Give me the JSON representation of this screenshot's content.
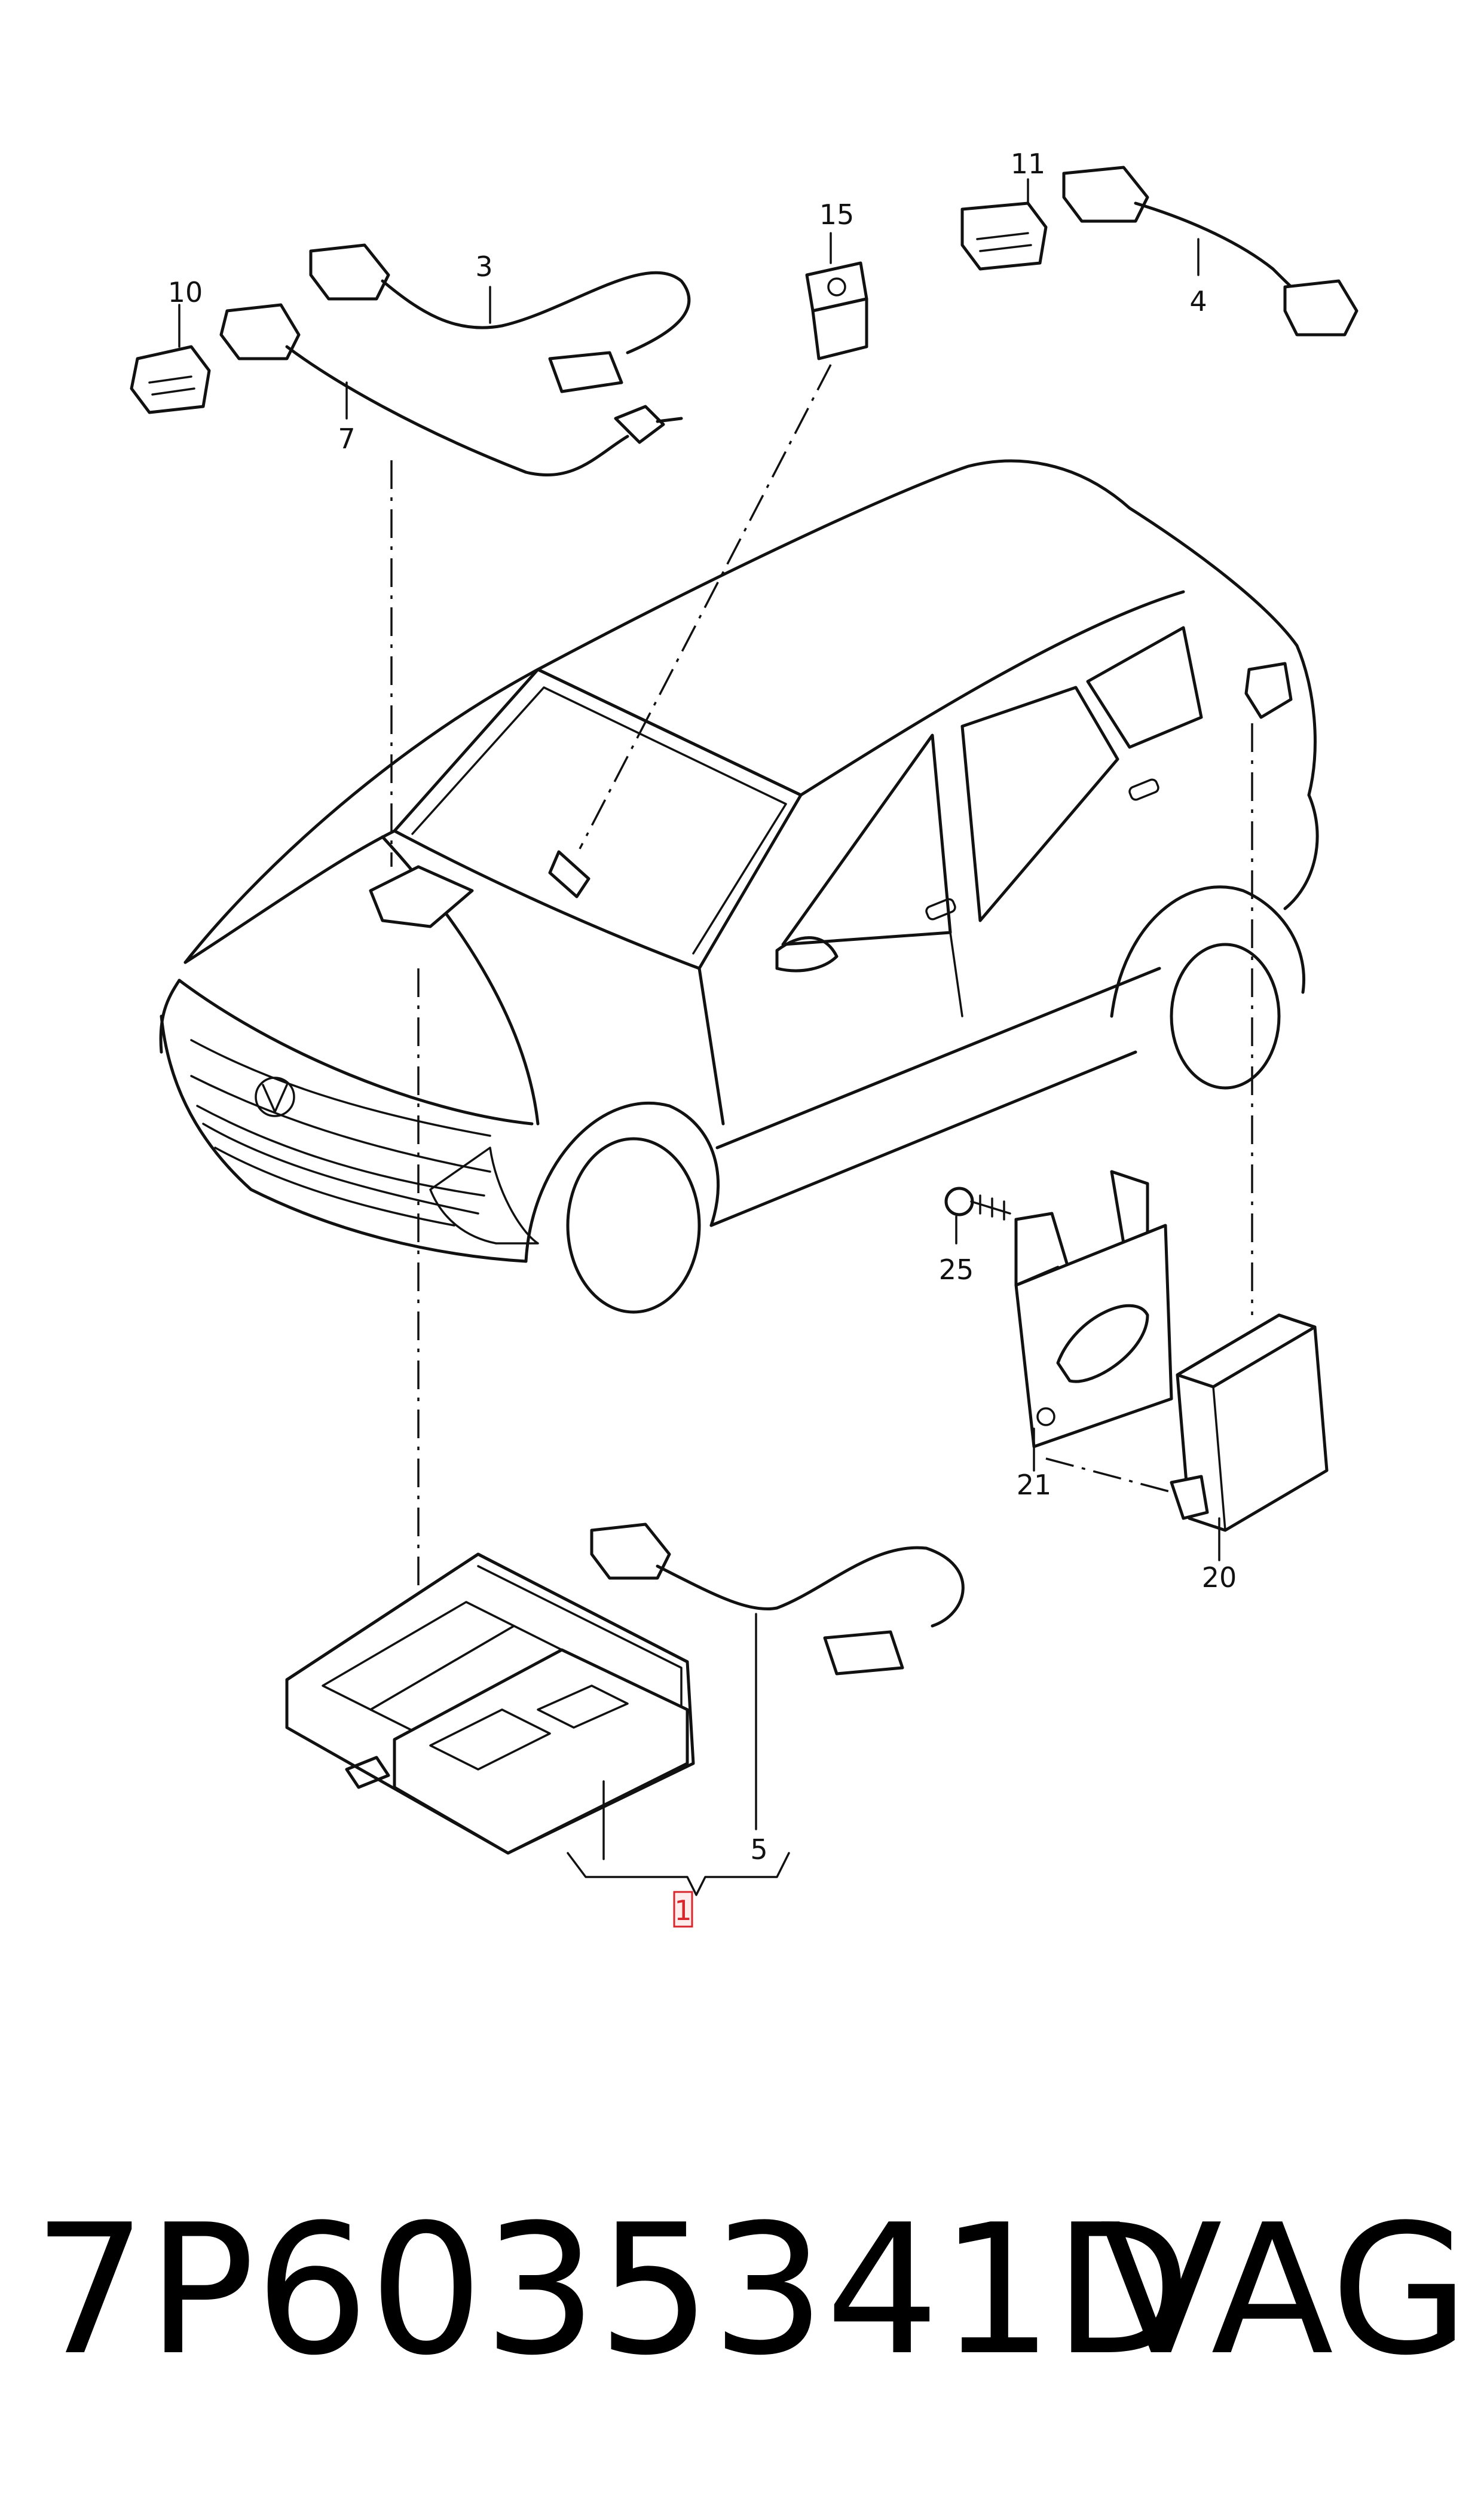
{
  "callouts": {
    "c1": "1",
    "c3": "3",
    "c4": "4",
    "c5": "5",
    "c7": "7",
    "c10": "10",
    "c11": "11",
    "c15": "15",
    "c20": "20",
    "c21": "21",
    "c25": "25"
  },
  "caption": {
    "part_number": "7P6035341D",
    "brand": "VAG"
  },
  "colors": {
    "line": "#111111",
    "highlight": "#d7262b"
  }
}
